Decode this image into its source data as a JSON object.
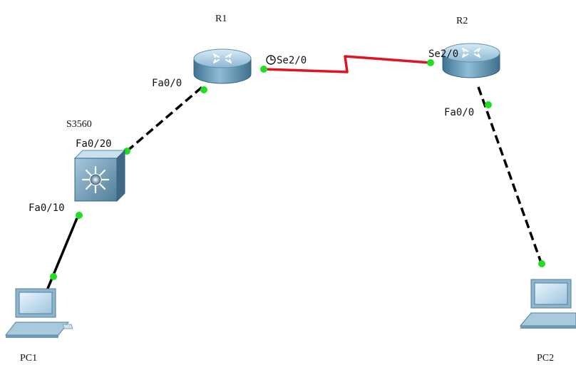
{
  "devices": {
    "r1": {
      "name": "R1",
      "icon": "router-icon"
    },
    "r2": {
      "name": "R2",
      "icon": "router-icon"
    },
    "switch": {
      "name": "S3560",
      "icon": "multilayer-switch-icon"
    },
    "pc1": {
      "name": "PC1",
      "icon": "pc-icon"
    },
    "pc2": {
      "name": "PC2",
      "icon": "pc-icon"
    }
  },
  "ports": {
    "r1_fa": "Fa0/0",
    "r1_se": "Se2/0",
    "r2_se": "Se2/0",
    "r2_fa": "Fa0/0",
    "sw_uplink": "Fa0/20",
    "sw_access": "Fa0/10"
  },
  "links": [
    {
      "from": "R1",
      "to": "R2",
      "type": "serial",
      "color": "#e0141e",
      "clock": true
    },
    {
      "from": "S3560",
      "to": "R1",
      "type": "crossover",
      "color": "#000000"
    },
    {
      "from": "R2",
      "to": "PC2",
      "type": "crossover",
      "color": "#000000"
    },
    {
      "from": "PC1",
      "to": "S3560",
      "type": "straight-through",
      "color": "#000000"
    }
  ],
  "colors": {
    "link_up": "#22dd22",
    "serial": "#e0141e",
    "router_body": "#6fa3bf",
    "switch_body": "#6a97b3",
    "pc_body": "#b8d2e4"
  }
}
